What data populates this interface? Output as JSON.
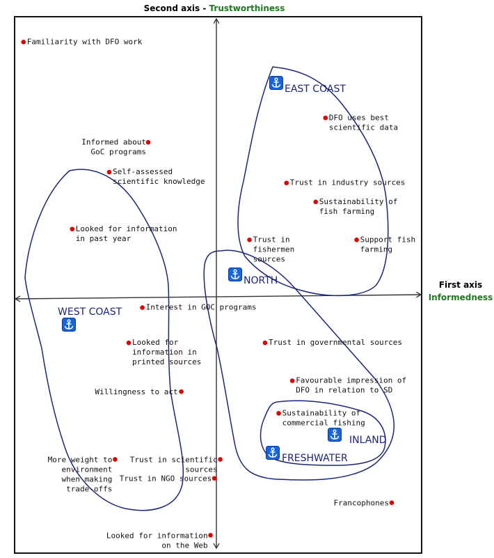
{
  "chart_data": {
    "type": "scatter",
    "title": "",
    "axes": {
      "x": {
        "title": "First axis",
        "subtitle": "Informedness",
        "subtitle_color": "#1f7a1f"
      },
      "y": {
        "title": "Second axis",
        "separator": " - ",
        "subtitle": "Trustworthiness",
        "subtitle_color": "#1f7a1f"
      },
      "xlim": [
        -1,
        1
      ],
      "ylim": [
        -1,
        1
      ],
      "grid": false
    },
    "colors": {
      "point": "#e00000",
      "group_outline": "#1a237e",
      "group_icon": "#1565e0",
      "axis": "#333333",
      "frame": "#111111"
    },
    "points": [
      {
        "label": [
          "Familiarity with DFO work"
        ],
        "x": -0.99,
        "y": 0.94
      },
      {
        "label": [
          "DFO uses best",
          "scientific data"
        ],
        "x": 0.56,
        "y": 0.66
      },
      {
        "label": [
          "Informed about",
          "GoC programs"
        ],
        "x": -0.35,
        "y": 0.57
      },
      {
        "label": [
          "Self-assessed",
          "scientific knowledge"
        ],
        "x": -0.55,
        "y": 0.46
      },
      {
        "label": [
          "Trust in industry sources"
        ],
        "x": 0.36,
        "y": 0.42
      },
      {
        "label": [
          "Sustainability of",
          "fish farming"
        ],
        "x": 0.51,
        "y": 0.35
      },
      {
        "label": [
          "Looked for information",
          "in past year"
        ],
        "x": -0.74,
        "y": 0.25
      },
      {
        "label": [
          "Trust in",
          "fishermen",
          "sources"
        ],
        "x": 0.17,
        "y": 0.21
      },
      {
        "label": [
          "Support fish",
          "farming"
        ],
        "x": 0.72,
        "y": 0.21
      },
      {
        "label": [
          "Interest in GOC programs"
        ],
        "x": -0.38,
        "y": -0.04
      },
      {
        "label": [
          "Looked for",
          "information in",
          "printed sources"
        ],
        "x": -0.45,
        "y": -0.17
      },
      {
        "label": [
          "Trust in governmental sources"
        ],
        "x": 0.25,
        "y": -0.17
      },
      {
        "label": [
          "Favourable impression of",
          "DFO in relation to SD"
        ],
        "x": 0.39,
        "y": -0.31
      },
      {
        "label": [
          "Willingness to act"
        ],
        "x": -0.18,
        "y": -0.35
      },
      {
        "label": [
          "Sustainability of",
          "commercial fishing"
        ],
        "x": 0.32,
        "y": -0.43
      },
      {
        "label": [
          "More weight to",
          "environment",
          "when making",
          "trade-offs"
        ],
        "x": -0.52,
        "y": -0.6
      },
      {
        "label": [
          "Trust in scientific",
          "sources"
        ],
        "x": 0.02,
        "y": -0.6
      },
      {
        "label": [
          "Trust in NGO sources"
        ],
        "x": -0.01,
        "y": -0.67
      },
      {
        "label": [
          "Francophones"
        ],
        "x": 0.9,
        "y": -0.76
      },
      {
        "label": [
          "Looked for information",
          "on the Web"
        ],
        "x": -0.03,
        "y": -0.88
      }
    ],
    "groups": [
      {
        "name": "EAST COAST",
        "icon": "anchor-icon"
      },
      {
        "name": "WEST COAST",
        "icon": "anchor-icon"
      },
      {
        "name": "NORTH",
        "icon": "anchor-icon"
      },
      {
        "name": "INLAND",
        "icon": "anchor-icon"
      },
      {
        "name": "FRESHWATER",
        "icon": "anchor-icon"
      }
    ]
  }
}
